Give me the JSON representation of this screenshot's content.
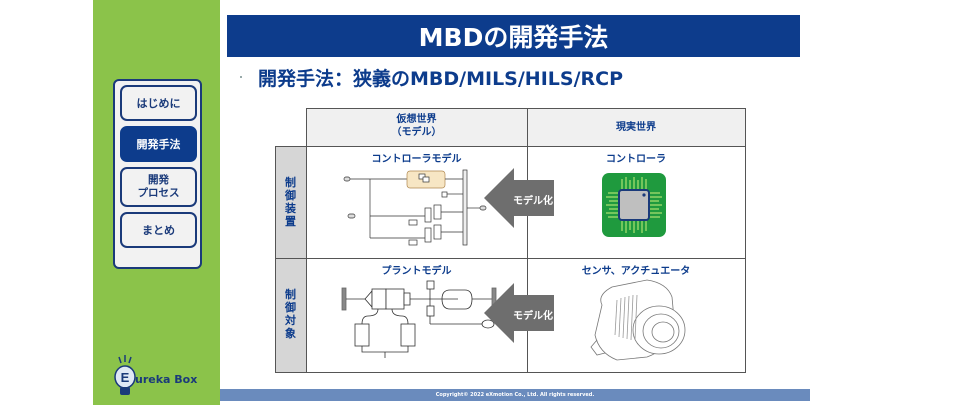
{
  "sidebar": {
    "nav_items": [
      {
        "label": "はじめに",
        "active": false
      },
      {
        "label": "開発手法",
        "active": true
      },
      {
        "label": "開発\nプロセス",
        "active": false
      },
      {
        "label": "まとめ",
        "active": false
      }
    ],
    "logo": {
      "letter": "E",
      "text": "ureka Box"
    }
  },
  "header": {
    "title": "MBDの開発手法",
    "subtitle": "開発手法：狭義のMBD/MILS/HILS/RCP"
  },
  "table": {
    "col_headers": [
      "仮想世界\n（モデル）",
      "現実世界"
    ],
    "rows": [
      {
        "label": "制\n御\n装\n置",
        "virtual": {
          "title": "コントローラモデル",
          "image": "controller-block-diagram"
        },
        "real": {
          "title": "コントローラ",
          "image": "chip-icon"
        },
        "arrow_label": "モデル化"
      },
      {
        "label": "制\n御\n対\n象",
        "virtual": {
          "title": "プラントモデル",
          "image": "plant-model-diagram"
        },
        "real": {
          "title": "センサ、アクチュエータ",
          "image": "alternator-illustration"
        },
        "arrow_label": "モデル化"
      }
    ]
  },
  "footer": {
    "copyright": "Copyright© 2022 eXmotion Co., Ltd. All rights reserved."
  },
  "colors": {
    "brand_navy": "#0d3c8c",
    "sidebar_green": "#8bc34a",
    "footer_blue": "#6a8bbd",
    "arrow_gray": "#6e6e6e",
    "chip_green": "#1f9a3e"
  }
}
